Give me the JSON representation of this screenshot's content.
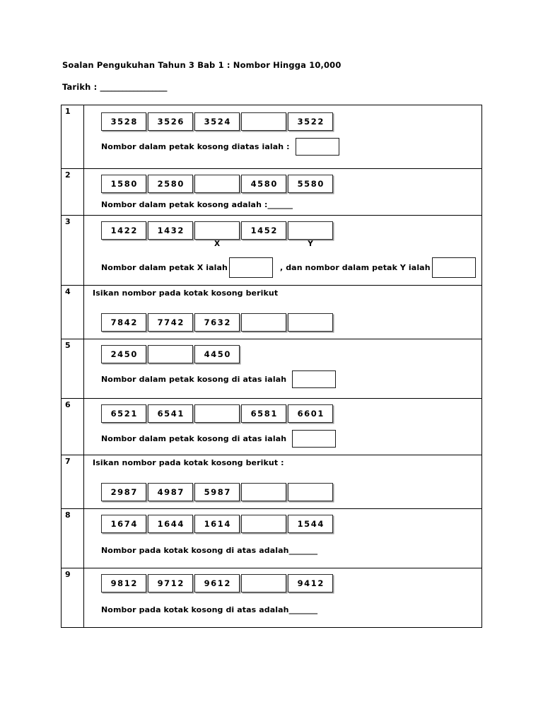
{
  "header": {
    "title": "Soalan Pengukuhan Tahun 3 Bab 1 : Nombor Hingga 10,000",
    "date_label": "Tarikh : ",
    "date_rule": "__________________"
  },
  "questions": [
    {
      "number": "1",
      "boxes": [
        "3528",
        "3526",
        "3524",
        "",
        "3522"
      ],
      "prompt": "Nombor dalam petak kosong diatas ialah :",
      "answer_style": "box"
    },
    {
      "number": "2",
      "boxes": [
        "1580",
        "2580",
        "",
        "4580",
        "5580"
      ],
      "prompt": "Nombor dalam petak kosong adalah :",
      "answer_style": "rule",
      "answer_rule": "_______"
    },
    {
      "number": "3",
      "boxes": [
        "1422",
        "1432",
        "",
        "1452",
        ""
      ],
      "box_labels": [
        "",
        "",
        "X",
        "",
        "Y"
      ],
      "prompt_x": "Nombor dalam petak X ialah",
      "prompt_mid": ", dan nombor dalam petak Y ialah",
      "answer_style": "two-box"
    },
    {
      "number": "4",
      "instruction": "Isikan nombor pada kotak kosong berikut",
      "boxes": [
        "7842",
        "7742",
        "7632",
        "",
        ""
      ],
      "answer_style": "none"
    },
    {
      "number": "5",
      "boxes": [
        "2450",
        "",
        "4450"
      ],
      "prompt": "Nombor dalam petak kosong di atas ialah",
      "answer_style": "box"
    },
    {
      "number": "6",
      "boxes": [
        "6521",
        "6541",
        "",
        "6581",
        "6601"
      ],
      "prompt": "Nombor dalam petak kosong di atas ialah",
      "answer_style": "box"
    },
    {
      "number": "7",
      "instruction": "Isikan nombor pada kotak kosong berikut :",
      "boxes": [
        "2987",
        "4987",
        "5987",
        "",
        ""
      ],
      "answer_style": "none"
    },
    {
      "number": "8",
      "boxes": [
        "1674",
        "1644",
        "1614",
        "",
        "1544"
      ],
      "prompt": "Nombor pada kotak kosong di atas adalah ",
      "answer_style": "rule",
      "answer_rule": "________"
    },
    {
      "number": "9",
      "boxes": [
        "9812",
        "9712",
        "9612",
        "",
        "9412"
      ],
      "prompt": "Nombor pada kotak kosong di atas adalah ",
      "answer_style": "rule",
      "answer_rule": "________"
    }
  ]
}
